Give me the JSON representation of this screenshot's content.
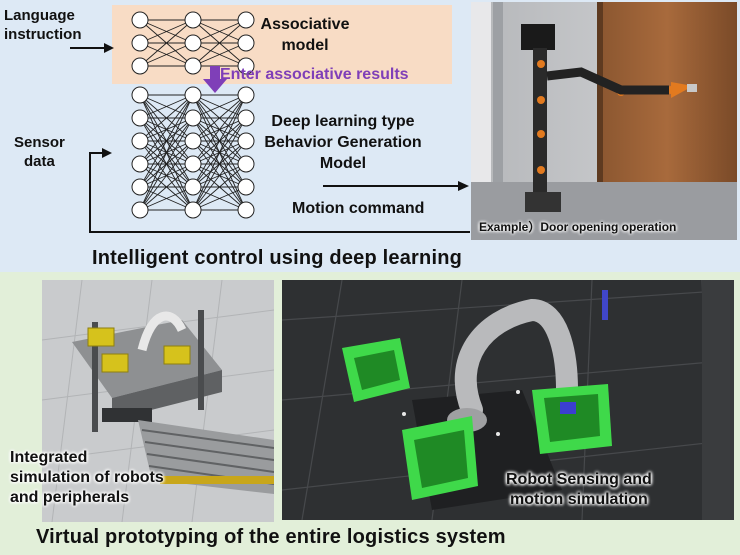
{
  "top_panel": {
    "language_instruction": [
      "Language",
      "instruction"
    ],
    "sensor_data": [
      "Sensor",
      "data"
    ],
    "associative_model": [
      "Associative",
      "model"
    ],
    "enter_associative_results": "Enter associative results",
    "behavior_model": [
      "Deep learning type",
      "Behavior Generation",
      "Model"
    ],
    "motion_command": "Motion command",
    "example_caption": "Example）Door opening operation",
    "heading": "Intelligent control using deep learning"
  },
  "bottom_panel": {
    "left_caption": [
      "Integrated",
      "simulation of robots",
      "and peripherals"
    ],
    "right_caption": [
      "Robot Sensing and",
      "motion simulation"
    ],
    "heading": "Virtual prototyping of the entire logistics system"
  },
  "colors": {
    "top_background": "#dde9f5",
    "bottom_background": "#e2efd9",
    "associative_highlight": "#f8dcc5",
    "accent_purple": "#7f3fb8"
  }
}
